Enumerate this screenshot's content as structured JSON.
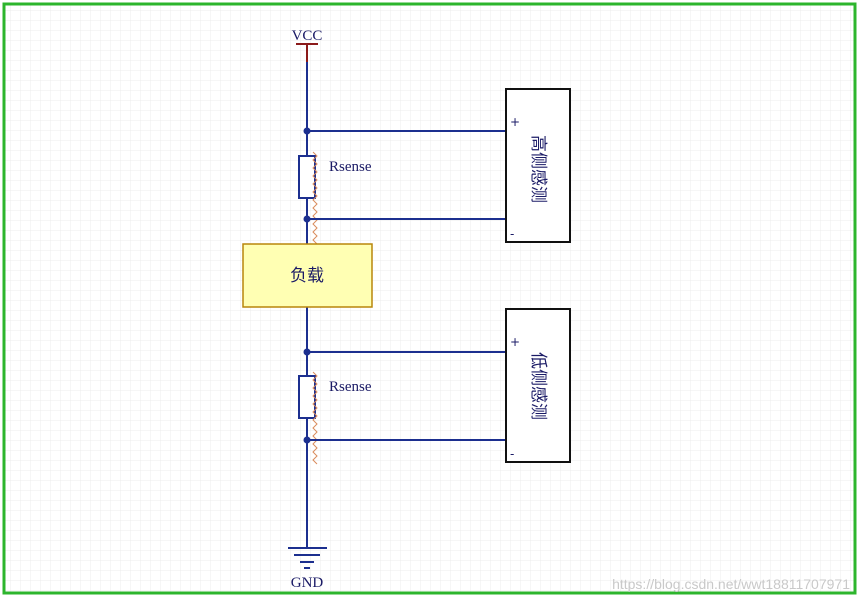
{
  "schematic": {
    "supply_label": "VCC",
    "ground_label": "GND",
    "load_label": "负载",
    "resistor_top_label": "Rsense",
    "resistor_bottom_label": "Rsense",
    "high_side_block": {
      "label": "高侧感测",
      "plus": "+",
      "minus": "-"
    },
    "low_side_block": {
      "label": "低侧感测",
      "plus": "+",
      "minus": "-"
    }
  },
  "watermark": "https://blog.csdn.net/wwt18811707971",
  "colors": {
    "frame": "#2db52d",
    "wire": "#1c2f8f",
    "component": "#1c2f8f",
    "supply": "#8b1a1a",
    "load_fill": "#ffffb3",
    "load_border": "#b8860b",
    "grid": "#ececec",
    "text": "#1a1a66"
  }
}
